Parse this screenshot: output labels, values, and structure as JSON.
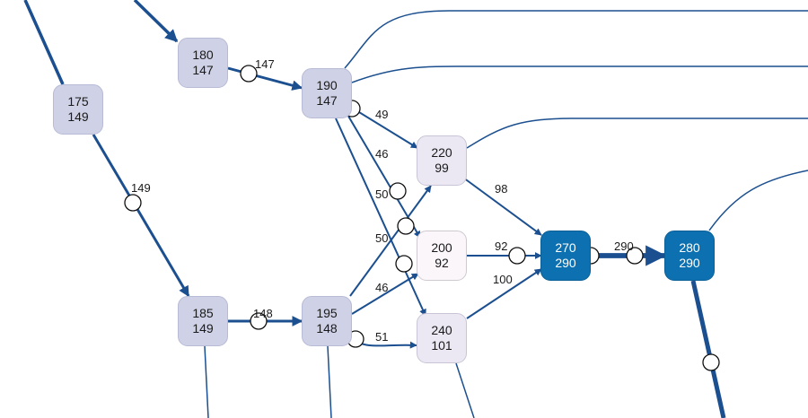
{
  "nodes": [
    {
      "id": "n175",
      "top": "175",
      "bottom": "149",
      "style": "n-a"
    },
    {
      "id": "n180",
      "top": "180",
      "bottom": "147",
      "style": "n-a"
    },
    {
      "id": "n190",
      "top": "190",
      "bottom": "147",
      "style": "n-a"
    },
    {
      "id": "n185",
      "top": "185",
      "bottom": "149",
      "style": "n-a"
    },
    {
      "id": "n195",
      "top": "195",
      "bottom": "148",
      "style": "n-a"
    },
    {
      "id": "n220",
      "top": "220",
      "bottom": "99",
      "style": "n-b"
    },
    {
      "id": "n200",
      "top": "200",
      "bottom": "92",
      "style": "n-c"
    },
    {
      "id": "n240",
      "top": "240",
      "bottom": "101",
      "style": "n-b"
    },
    {
      "id": "n270",
      "top": "270",
      "bottom": "290",
      "style": "n-d"
    },
    {
      "id": "n280",
      "top": "280",
      "bottom": "290",
      "style": "n-d"
    }
  ],
  "edges": [
    {
      "from": "n180",
      "to": "n190",
      "label": "147",
      "weight": 147
    },
    {
      "from": "n175",
      "to": "n185",
      "label": "149",
      "weight": 149
    },
    {
      "from": "n185",
      "to": "n195",
      "label": "148",
      "weight": 148
    },
    {
      "from": "n190",
      "to": "n220",
      "label": "49",
      "weight": 49
    },
    {
      "from": "n190",
      "to": "n200",
      "label": "46",
      "weight": 46
    },
    {
      "from": "n190",
      "to": "n240",
      "label": "50",
      "weight": 50
    },
    {
      "from": "n195",
      "to": "n220",
      "label": "50",
      "weight": 50
    },
    {
      "from": "n195",
      "to": "n200",
      "label": "46",
      "weight": 46
    },
    {
      "from": "n195",
      "to": "n240",
      "label": "51",
      "weight": 51
    },
    {
      "from": "n220",
      "to": "n270",
      "label": "98",
      "weight": 98
    },
    {
      "from": "n200",
      "to": "n270",
      "label": "92",
      "weight": 92
    },
    {
      "from": "n240",
      "to": "n270",
      "label": "100",
      "weight": 100
    },
    {
      "from": "n270",
      "to": "n280",
      "label": "290",
      "weight": 290
    }
  ],
  "colors": {
    "edge": "#1b4f8f",
    "node_light": "#cfd1e6",
    "node_lighter": "#ebe8f3",
    "node_palest": "#fbf6fa",
    "node_dark": "#0d70b0"
  }
}
